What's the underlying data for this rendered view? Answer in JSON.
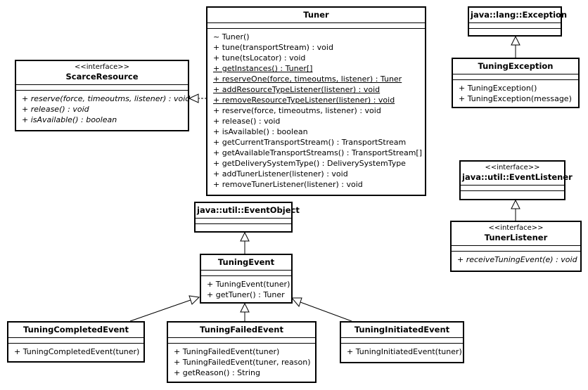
{
  "classes": {
    "tuner": {
      "name": "Tuner",
      "operations": [
        {
          "text": "~ Tuner()",
          "style": "normal"
        },
        {
          "text": "+ tune(transportStream) : void",
          "style": "normal"
        },
        {
          "text": "+ tune(tsLocator) : void",
          "style": "normal"
        },
        {
          "text": "+ getInstances() : Tuner[]",
          "style": "static"
        },
        {
          "text": "+ reserveOne(force, timeoutms, listener) : Tuner",
          "style": "static"
        },
        {
          "text": "+ addResourceTypeListener(listener) : void",
          "style": "static"
        },
        {
          "text": "+ removeResourceTypeListener(listener) : void",
          "style": "static"
        },
        {
          "text": "+ reserve(force, timeoutms, listener) : void",
          "style": "normal"
        },
        {
          "text": "+ release() : void",
          "style": "normal"
        },
        {
          "text": "+ isAvailable() : boolean",
          "style": "normal"
        },
        {
          "text": "+ getCurrentTransportStream() : TransportStream",
          "style": "normal"
        },
        {
          "text": "+ getAvailableTransportStreams() : TransportStream[]",
          "style": "normal"
        },
        {
          "text": "+ getDeliverySystemType() : DeliverySystemType",
          "style": "normal"
        },
        {
          "text": "+ addTunerListener(listener) : void",
          "style": "normal"
        },
        {
          "text": "+ removeTunerListener(listener) : void",
          "style": "normal"
        }
      ]
    },
    "scarce_resource": {
      "stereotype": "<<interface>>",
      "name": "ScarceResource",
      "operations": [
        {
          "text": "+ reserve(force, timeoutms, listener) : void",
          "style": "abstract"
        },
        {
          "text": "+ release() : void",
          "style": "abstract"
        },
        {
          "text": "+ isAvailable() : boolean",
          "style": "abstract"
        }
      ]
    },
    "exception": {
      "name": "java::lang::Exception"
    },
    "tuning_exception": {
      "name": "TuningException",
      "operations": [
        {
          "text": "+ TuningException()",
          "style": "normal"
        },
        {
          "text": "+ TuningException(message)",
          "style": "normal"
        }
      ]
    },
    "event_listener": {
      "stereotype": "<<interface>>",
      "name": "java::util::EventListener"
    },
    "tuner_listener": {
      "stereotype": "<<interface>>",
      "name": "TunerListener",
      "operations": [
        {
          "text": "+ receiveTuningEvent(e) : void",
          "style": "abstract"
        }
      ]
    },
    "event_object": {
      "name": "java::util::EventObject"
    },
    "tuning_event": {
      "name": "TuningEvent",
      "operations": [
        {
          "text": "+ TuningEvent(tuner)",
          "style": "normal"
        },
        {
          "text": "+ getTuner() : Tuner",
          "style": "normal"
        }
      ]
    },
    "tuning_completed_event": {
      "name": "TuningCompletedEvent",
      "operations": [
        {
          "text": "+ TuningCompletedEvent(tuner)",
          "style": "normal"
        }
      ]
    },
    "tuning_failed_event": {
      "name": "TuningFailedEvent",
      "operations": [
        {
          "text": "+ TuningFailedEvent(tuner)",
          "style": "normal"
        },
        {
          "text": "+ TuningFailedEvent(tuner, reason)",
          "style": "normal"
        },
        {
          "text": "+ getReason() : String",
          "style": "normal"
        }
      ]
    },
    "tuning_initiated_event": {
      "name": "TuningInitiatedEvent",
      "operations": [
        {
          "text": "+ TuningInitiatedEvent(tuner)",
          "style": "normal"
        }
      ]
    }
  },
  "relations": [
    {
      "type": "realization",
      "from": "Tuner",
      "to": "ScarceResource"
    },
    {
      "type": "generalization",
      "from": "TuningException",
      "to": "java::lang::Exception"
    },
    {
      "type": "generalization",
      "from": "TunerListener",
      "to": "java::util::EventListener"
    },
    {
      "type": "generalization",
      "from": "TuningEvent",
      "to": "java::util::EventObject"
    },
    {
      "type": "generalization",
      "from": "TuningCompletedEvent",
      "to": "TuningEvent"
    },
    {
      "type": "generalization",
      "from": "TuningFailedEvent",
      "to": "TuningEvent"
    },
    {
      "type": "generalization",
      "from": "TuningInitiatedEvent",
      "to": "TuningEvent"
    }
  ]
}
